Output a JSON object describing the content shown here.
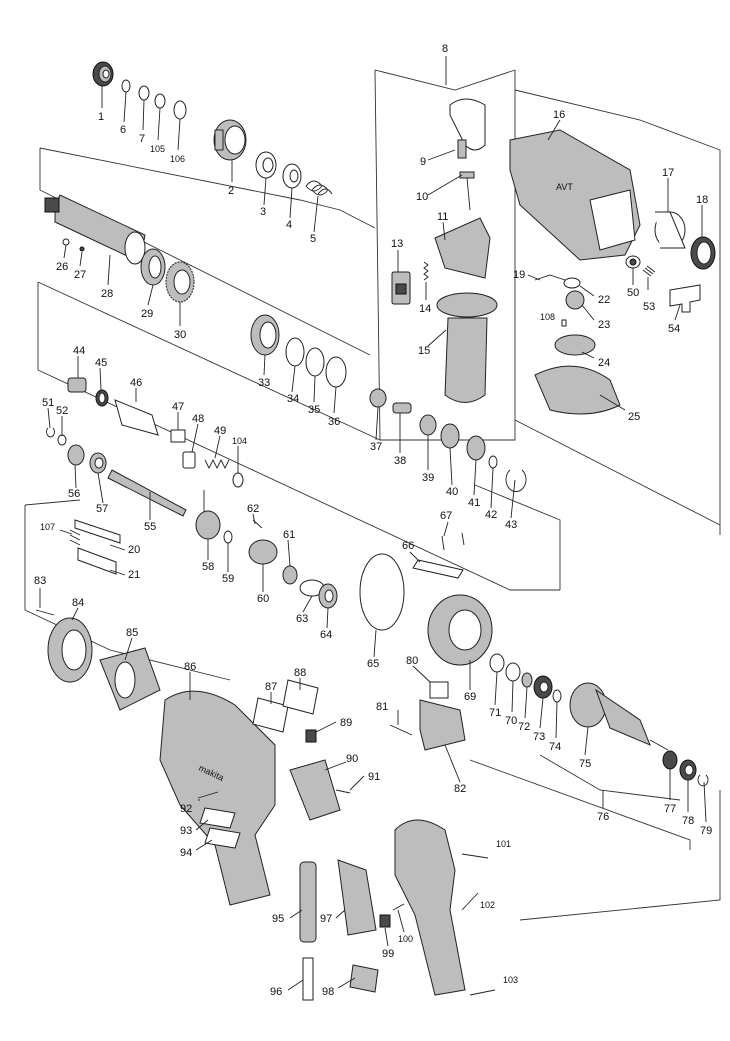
{
  "labels": [
    "1",
    "6",
    "7",
    "105",
    "106",
    "2",
    "3",
    "4",
    "5",
    "26",
    "27",
    "28",
    "29",
    "30",
    "8",
    "9",
    "10",
    "11",
    "13",
    "14",
    "15",
    "16",
    "17",
    "18",
    "19",
    "22",
    "23",
    "50",
    "53",
    "54",
    "108",
    "24",
    "25",
    "33",
    "34",
    "35",
    "36",
    "37",
    "38",
    "39",
    "40",
    "41",
    "42",
    "43",
    "44",
    "45",
    "46",
    "47",
    "48",
    "49",
    "104",
    "51",
    "52",
    "56",
    "57",
    "55",
    "58",
    "59",
    "62",
    "61",
    "60",
    "63",
    "64",
    "107",
    "20",
    "21",
    "83",
    "84",
    "85",
    "86",
    "87",
    "88",
    "89",
    "90",
    "91",
    "92",
    "93",
    "94",
    "95",
    "96",
    "97",
    "98",
    "99",
    "100",
    "101",
    "102",
    "103",
    "67",
    "66",
    "65",
    "80",
    "69",
    "81",
    "82",
    "71",
    "70",
    "72",
    "73",
    "74",
    "75",
    "76",
    "77",
    "78",
    "79"
  ],
  "brand_text": "makita",
  "housing_badge": "AVT"
}
